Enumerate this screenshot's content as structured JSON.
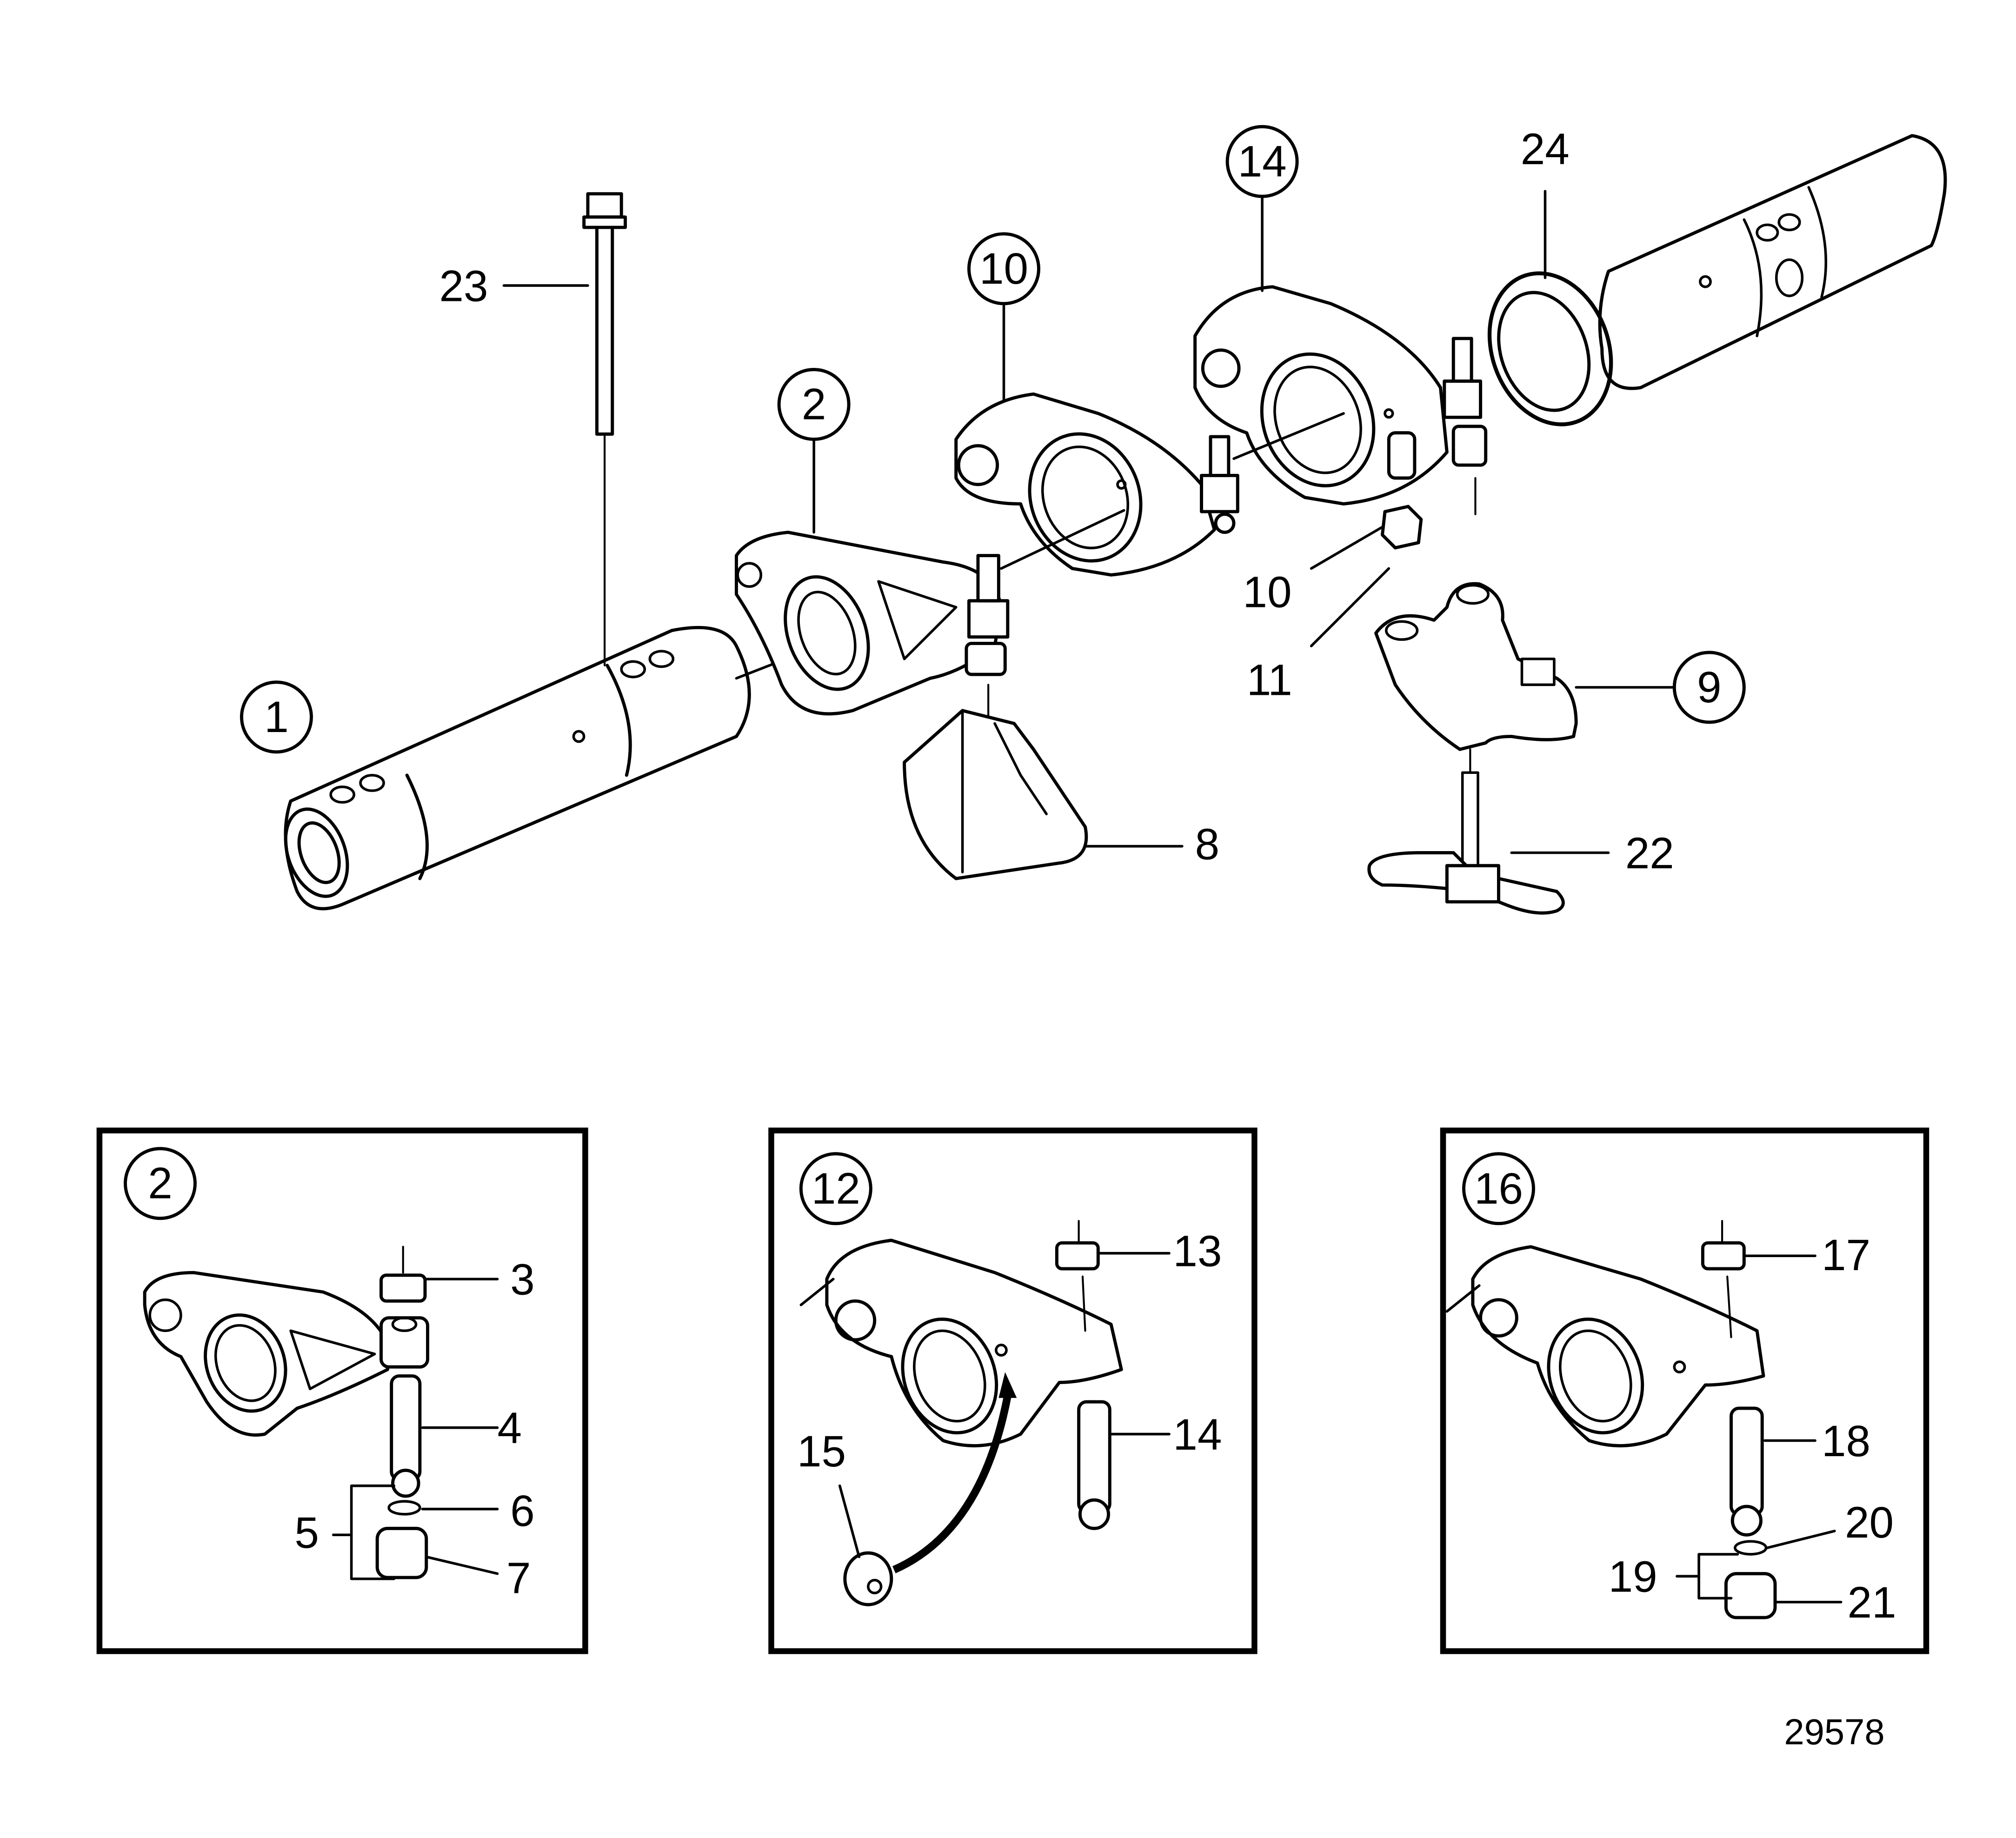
{
  "figure": {
    "title": "Rocker arm shaft assembly exploded view",
    "reference_number": "29578"
  },
  "main_view": {
    "circled_callouts": {
      "c1": "1",
      "c2": "2",
      "c10": "10",
      "c14": "14",
      "c9": "9"
    },
    "plain_callouts": {
      "p23": "23",
      "p24": "24",
      "p10": "10",
      "p11": "11",
      "p8": "8",
      "p22": "22"
    }
  },
  "detail_boxes": [
    {
      "id": "detail-2",
      "circled_label": "2",
      "callouts": {
        "a": "3",
        "b": "4",
        "c": "5",
        "d": "6",
        "e": "7"
      }
    },
    {
      "id": "detail-12",
      "circled_label": "12",
      "callouts": {
        "a": "13",
        "b": "14",
        "c": "15"
      }
    },
    {
      "id": "detail-16",
      "circled_label": "16",
      "callouts": {
        "a": "17",
        "b": "18",
        "c": "19",
        "d": "20",
        "e": "21"
      }
    }
  ]
}
